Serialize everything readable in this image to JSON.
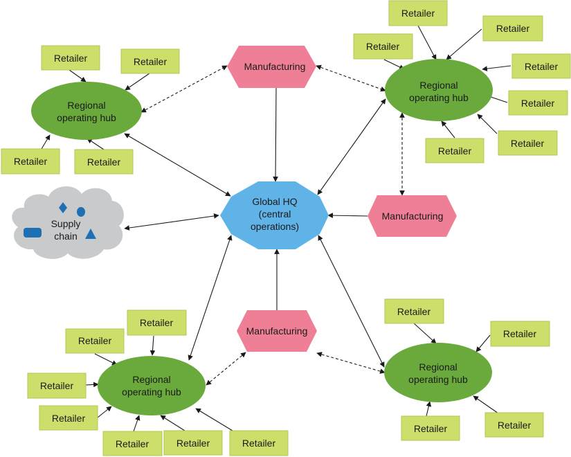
{
  "hq": {
    "lines": [
      "Global HQ",
      "(central",
      "operations)"
    ],
    "color": "#5fb3e6"
  },
  "hubs": [
    {
      "id": "hub_nw",
      "lines": [
        "Regional",
        "operating hub"
      ]
    },
    {
      "id": "hub_ne",
      "lines": [
        "Regional",
        "operating hub"
      ]
    },
    {
      "id": "hub_sw",
      "lines": [
        "Regional",
        "operating hub"
      ]
    },
    {
      "id": "hub_se",
      "lines": [
        "Regional",
        "operating hub"
      ]
    }
  ],
  "manufacturing": [
    {
      "id": "mfg_top",
      "label": "Manufacturing"
    },
    {
      "id": "mfg_right",
      "label": "Manufacturing"
    },
    {
      "id": "mfg_bottom",
      "label": "Manufacturing"
    }
  ],
  "supply_chain": {
    "lines": [
      "Supply",
      "chain"
    ]
  },
  "retailer_label": "Retailer",
  "colors": {
    "retailer": "#cddf6a",
    "hub": "#6aa93b",
    "manufacturing": "#ee7f96",
    "hq": "#5fb3e6",
    "cloud": "#c9cacc",
    "supply_icons": "#1f6fb5"
  }
}
